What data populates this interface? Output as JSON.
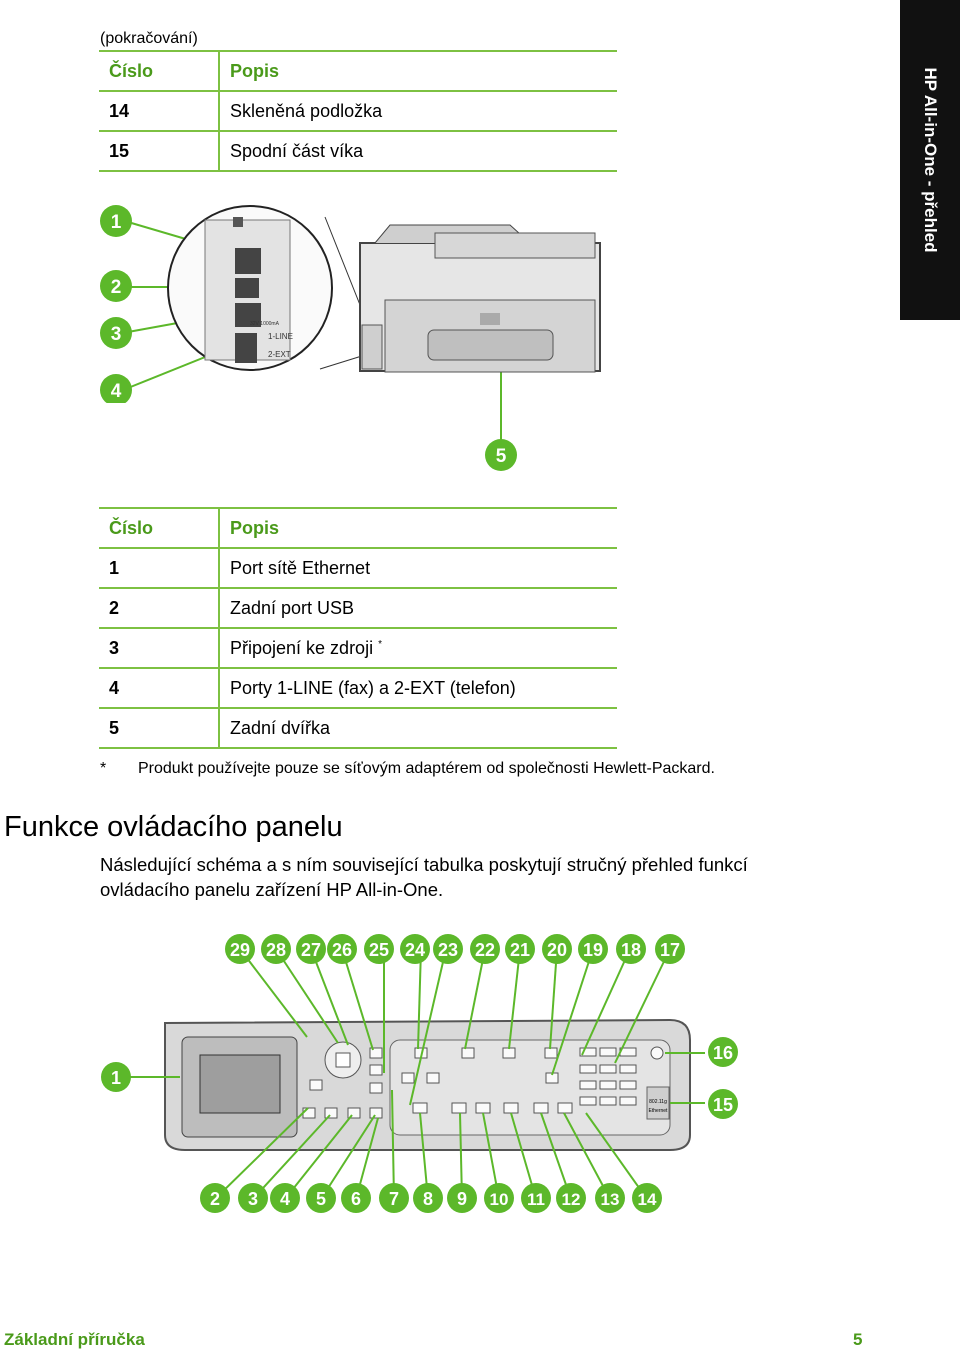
{
  "continued_label": "(pokračování)",
  "table_top": {
    "header": {
      "num": "Číslo",
      "desc": "Popis"
    },
    "rows": [
      {
        "num": "14",
        "desc": "Skleněná podložka"
      },
      {
        "num": "15",
        "desc": "Spodní část víka"
      }
    ]
  },
  "side_tab": "HP All-in-One - přehled",
  "rear_callouts": [
    "1",
    "2",
    "3",
    "4",
    "5"
  ],
  "rear_port_labels": {
    "line": "1-LINE",
    "ext": "2-EXT",
    "power": "32V  1000mA"
  },
  "table_rear": {
    "header": {
      "num": "Číslo",
      "desc": "Popis"
    },
    "rows": [
      {
        "num": "1",
        "desc": "Port sítě Ethernet"
      },
      {
        "num": "2",
        "desc": "Zadní port USB"
      },
      {
        "num": "3",
        "desc": "Připojení ke zdroji",
        "sup": "*"
      },
      {
        "num": "4",
        "desc": "Porty 1-LINE (fax) a 2-EXT (telefon)"
      },
      {
        "num": "5",
        "desc": "Zadní dvířka"
      }
    ]
  },
  "footnote": {
    "mark": "*",
    "text": "Produkt používejte pouze se síťovým adaptérem od společnosti Hewlett-Packard."
  },
  "section": {
    "title": "Funkce ovládacího panelu",
    "intro": "Následující schéma a s ním související tabulka poskytují stručný přehled funkcí ovládacího panelu zařízení HP All-in-One."
  },
  "panel_callouts": {
    "top": [
      "29",
      "28",
      "27",
      "26",
      "25",
      "24",
      "23",
      "22",
      "21",
      "20",
      "19",
      "18",
      "17"
    ],
    "bottom": [
      "2",
      "3",
      "4",
      "5",
      "6",
      "7",
      "8",
      "9",
      "10",
      "11",
      "12",
      "13",
      "14"
    ],
    "left": "1",
    "right": [
      "16",
      "15"
    ]
  },
  "panel_labels": {
    "wifi": "802.11g",
    "ethernet": "Ethernet"
  },
  "colors": {
    "accent_green": "#7dc142",
    "callout_green": "#5cb82a",
    "heading_green": "#4a9a1a"
  },
  "footer": {
    "left": "Základní příručka",
    "right": "5"
  }
}
